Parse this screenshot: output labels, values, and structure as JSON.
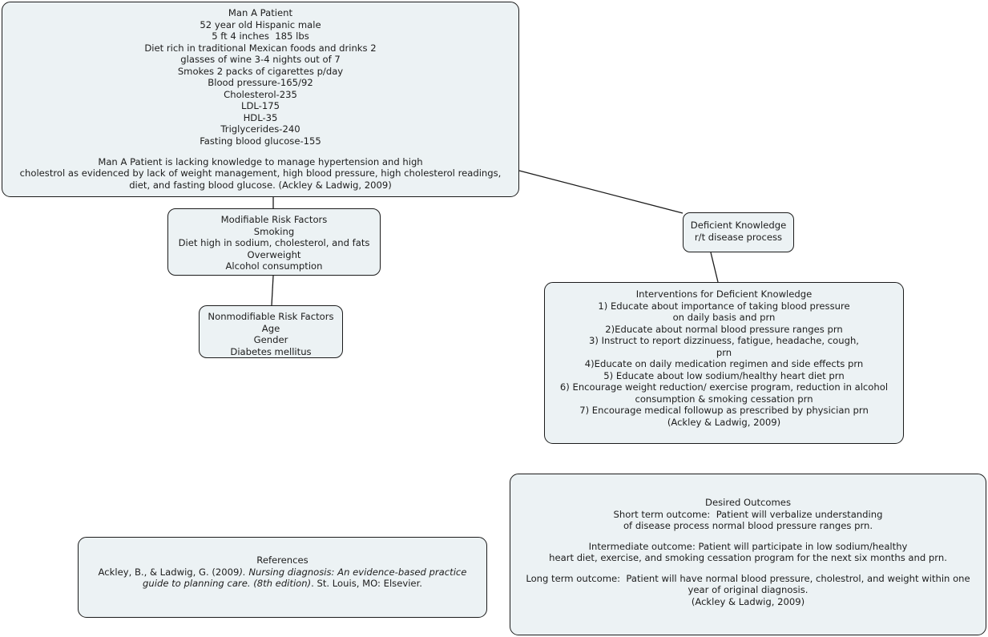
{
  "diagram": {
    "title": "Nursing Concept Map - Deficient Knowledge",
    "box_fill_color": "#ecf2f4",
    "box_border_color": "#1b1b1b",
    "connector_color": "#1b1b1b",
    "background_color": "#ffffff"
  },
  "nodes": {
    "patient": {
      "name": "Man A Patient",
      "lines": [
        "Man A Patient",
        "52 year old Hispanic male",
        "5 ft 4 inches  185 lbs",
        "Diet rich in traditional Mexican foods and drinks 2",
        "glasses of wine 3-4 nights out of 7",
        "Smokes 2 packs of cigarettes p/day",
        "Blood pressure-165/92",
        "Cholesterol-235",
        "LDL-175",
        "HDL-35",
        "Triglycerides-240",
        "Fasting blood glucose-155",
        "",
        "Man A Patient is lacking knowledge to manage hypertension and high",
        "cholestrol as evidenced by lack of weight management, high blood pressure, high cholesterol readings,",
        "diet, and fasting blood glucose. (Ackley & Ladwig, 2009)"
      ]
    },
    "modifiable": {
      "name": "Modifiable Risk Factors",
      "lines": [
        "Modifiable Risk Factors",
        "Smoking",
        "Diet high in sodium, cholesterol, and fats",
        "Overweight",
        "Alcohol consumption"
      ]
    },
    "nonmodifiable": {
      "name": "Nonmodifiable Risk Factors",
      "lines": [
        "Nonmodifiable Risk Factors",
        "Age",
        "Gender",
        "Diabetes mellitus"
      ]
    },
    "deficient_knowledge": {
      "name": "Deficient Knowledge",
      "lines": [
        "Deficient Knowledge",
        "r/t disease process"
      ]
    },
    "interventions": {
      "name": "Interventions for Deficient Knowledge",
      "lines": [
        "Interventions for Deficient Knowledge",
        "1) Educate about importance of taking blood pressure",
        "on daily basis and prn",
        "2)Educate about normal blood pressure ranges prn",
        "3) Instruct to report dizzinuess, fatigue, headache, cough,",
        "prn",
        "4)Educate on daily medication regimen and side effects prn",
        "5) Educate about low sodium/healthy heart diet prn",
        "6) Encourage weight reduction/ exercise program, reduction in alcohol",
        "consumption & smoking cessation prn",
        "7) Encourage medical followup as prescribed by physician prn",
        "(Ackley & Ladwig, 2009)"
      ]
    },
    "outcomes": {
      "name": "Desired Outcomes",
      "lines": [
        "Desired Outcomes",
        "Short term outcome:  Patient will verbalize understanding",
        "of disease process normal blood pressure ranges prn.",
        "",
        "Intermediate outcome: Patient will participate in low sodium/healthy",
        "heart diet, exercise, and smoking cessation program for the next six months and prn.",
        "",
        "Long term outcome:  Patient will have normal blood pressure, cholestrol, and weight within one",
        "year of original diagnosis.",
        "(Ackley & Ladwig, 2009)"
      ]
    },
    "references": {
      "name": "References",
      "heading": "References",
      "citation_part1": "Ackley, B., & Ladwig, G. (2009",
      "citation_italic": "). Nursing diagnosis: An evidence-based practice guide to planning care. (8th edition)",
      "citation_part2": ".  St. Louis, MO: Elsevier."
    }
  },
  "connectors": [
    {
      "name": "patient-to-modifiable",
      "from": "patient",
      "to": "modifiable"
    },
    {
      "name": "modifiable-to-nonmodifiable",
      "from": "modifiable",
      "to": "nonmodifiable"
    },
    {
      "name": "patient-to-deficient-knowledge",
      "from": "patient",
      "to": "deficient_knowledge"
    },
    {
      "name": "deficient-knowledge-to-interventions",
      "from": "deficient_knowledge",
      "to": "interventions"
    }
  ]
}
